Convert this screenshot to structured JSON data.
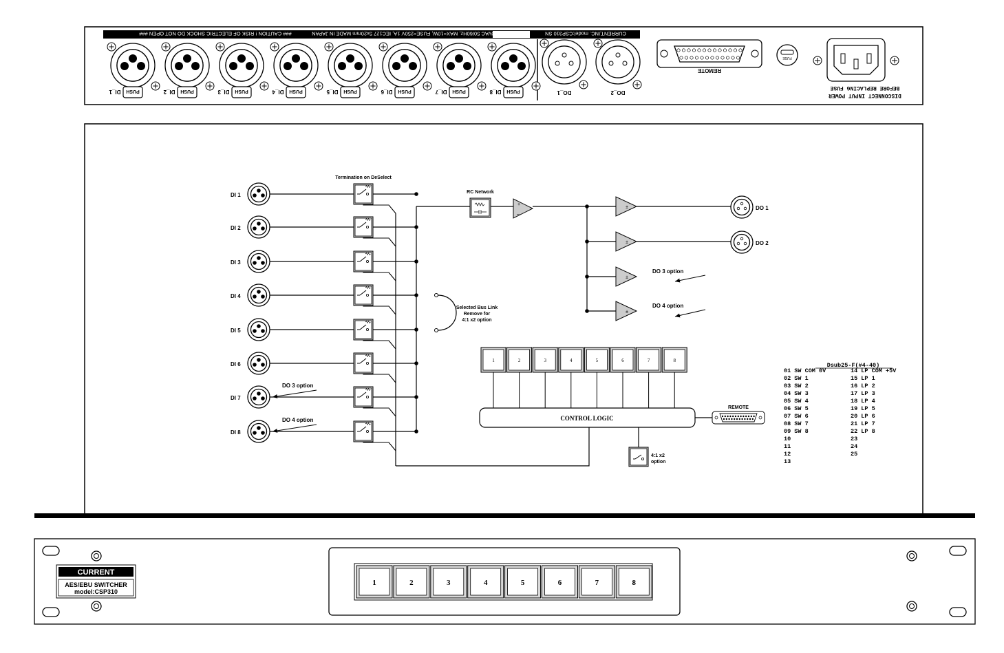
{
  "rear_panel": {
    "banner_left": "### CAUTION ! RISK OF ELECTRIC SHOCK DO NOT OPEN ###",
    "banner_mid": "100VAC 50/60Hz, MAX=10W, FUSE=250V 1A, IEC127 5x20mm MADE IN JAPAN",
    "banner_right": "CURRENT,INC.  model:CSP310 SN",
    "push_label": "PUSH",
    "inputs": [
      "DI_1",
      "DI_2",
      "DI_3",
      "DI_4",
      "DI_5",
      "DI_6",
      "DI_7",
      "DI_8"
    ],
    "outputs": [
      "DO_1",
      "DO_2"
    ],
    "remote_label": "REMOTE",
    "fuse_label": "FUSE",
    "warning_line1": "DISCONNECT INPUT POWER",
    "warning_line2": "BEFORE REPLACING FUSE"
  },
  "diagram": {
    "input_labels": [
      "DI 1",
      "DI 2",
      "DI 3",
      "DI 4",
      "DI 5",
      "DI 6",
      "DI 7",
      "DI 8"
    ],
    "termination_label": "Termination on DeSelect",
    "rc_network_label": "RC Network",
    "output_labels": [
      "DO 1",
      "DO 2"
    ],
    "do3_option": "DO 3 option",
    "do4_option": "DO 4 option",
    "bus_link_line1": "Selected Bus Link",
    "bus_link_line2": "Remove for",
    "bus_link_line3": "4:1 x2 option",
    "buttons": [
      "1",
      "2",
      "3",
      "4",
      "5",
      "6",
      "7",
      "8"
    ],
    "control_logic": "CONTROL LOGIC",
    "remote_label": "REMOTE",
    "option_switch_line1": "4:1 x2",
    "option_switch_line2": "option",
    "amp_sign": "±",
    "opamp_plus": "+",
    "opamp_minus": "–"
  },
  "pinout": {
    "title": "Dsub25-F(#4-40)",
    "left": [
      "01 SW COM 0V",
      "02 SW 1",
      "03 SW 2",
      "04 SW 3",
      "05 SW 4",
      "06 SW 5",
      "07 SW 6",
      "08 SW 7",
      "09 SW 8",
      "10",
      "11",
      "12",
      "13"
    ],
    "right": [
      "14 LP COM +5V",
      "15 LP 1",
      "16 LP 2",
      "17 LP 3",
      "18 LP 4",
      "19 LP 5",
      "20 LP 6",
      "21 LP 7",
      "22 LP 8",
      "23",
      "24",
      "25"
    ]
  },
  "front_panel": {
    "brand": "CURRENT",
    "product_line1": "AES/EBU SWITCHER",
    "product_line2": "model:CSP310",
    "buttons": [
      "1",
      "2",
      "3",
      "4",
      "5",
      "6",
      "7",
      "8"
    ]
  }
}
